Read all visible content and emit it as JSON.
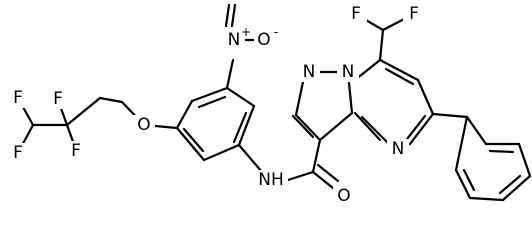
{
  "molecule": {
    "atoms": {
      "F_a": "F",
      "F_b": "F",
      "F_c": "F",
      "F_d": "F",
      "F_e": "F",
      "F_f": "F",
      "O_ether": "O",
      "O_amide": "O",
      "N_nitro": "N",
      "N_nitro_charge": "+",
      "O_nitro": "O",
      "O_nitro_charge": "-",
      "NH_amide": "NH",
      "N_pyrazole": "N",
      "N_bridge": "N",
      "N_pyrimidine": "N"
    }
  }
}
